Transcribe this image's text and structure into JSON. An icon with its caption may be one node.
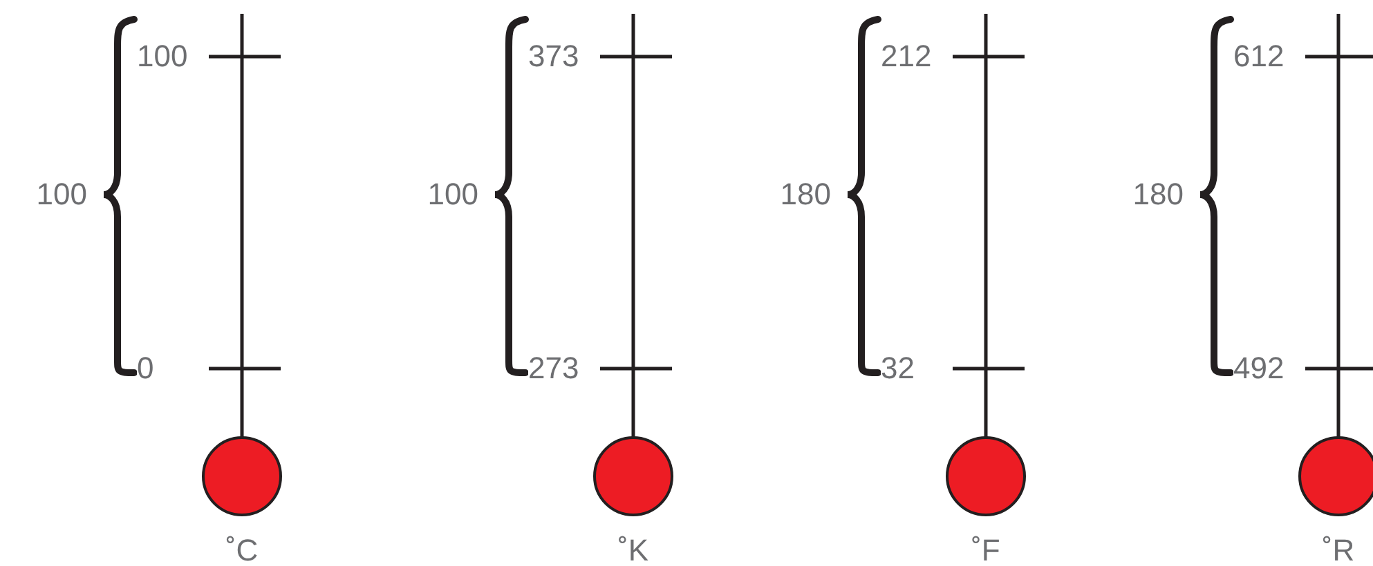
{
  "diagram": {
    "nodes": [
      {
        "text": [],
        "shape": "circle",
        "beside": [
          "˚C"
        ]
      },
      {
        "text": [],
        "shape": "circle",
        "beside": [
          "˚K"
        ]
      },
      {
        "text": [],
        "shape": "circle",
        "beside": [
          "˚F"
        ]
      },
      {
        "text": [],
        "shape": "circle",
        "beside": [
          "˚R"
        ]
      }
    ],
    "labels": [
      "100",
      "100",
      "0",
      "373",
      "100",
      "273",
      "212",
      "180",
      "32",
      "612",
      "180",
      "492"
    ]
  }
}
